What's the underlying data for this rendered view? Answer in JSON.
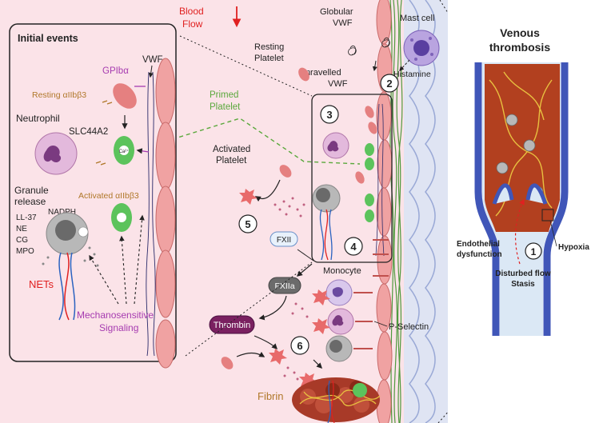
{
  "colors": {
    "vessel_bg": "#fbe3e8",
    "endothelium": "#f0a2a2",
    "endothelium_stroke": "#c86a6a",
    "smooth_muscle": "#c8d3ec",
    "collagen": "#4f9a3e",
    "red_label": "#e02020",
    "green_label": "#5aa83c",
    "purple_label": "#a63bb0",
    "brown_label": "#b0782a",
    "vein_wall": "#4056b8",
    "lumen": "#dbe8f5",
    "clot": "#b2401f",
    "thrombin_fill": "#7a2060"
  },
  "labels": {
    "blood_flow": "Blood\nFlow",
    "globular_vwf": "Globular\nVWF",
    "mast_cell": "Mast cell",
    "resting_platelet": "Resting\nPlatelet",
    "unravelled_vwf": "Unravelled\nVWF",
    "histamine": "Histamine",
    "primed_platelet": "Primed\nPlatelet",
    "activated_platelet": "Activated\nPlatelet",
    "fxii": "FXII",
    "fxiia": "FXIIa",
    "monocyte": "Monocyte",
    "p_selectin": "P-Selectin",
    "thrombin": "Thrombin",
    "fibrin": "Fibrin",
    "steps": [
      "1",
      "2",
      "3",
      "4",
      "5",
      "6"
    ]
  },
  "inset": {
    "title": "Initial events",
    "gpib": "GPIbα",
    "vwf": "VWF",
    "resting_aiib": "Resting αIIbβ3",
    "neutrophil": "Neutrophil",
    "slc44a2": "SLC44A2",
    "granule": "Granule\nrelease",
    "activated_aiib": "Activated αIIbβ3",
    "nadph": "NADPH",
    "granule_items": [
      "LL-37",
      "NE",
      "CG",
      "MPO"
    ],
    "nets": "NETs",
    "mechano": "Mechanosensitive\nSignaling",
    "ca": "Ca²⁺"
  },
  "right_panel": {
    "title": "Venous\nthrombosis",
    "endothelial": "Endothelial\ndysfunction",
    "hypoxia": "Hypoxia",
    "disturbed": "Disturbed flow\nStasis"
  }
}
